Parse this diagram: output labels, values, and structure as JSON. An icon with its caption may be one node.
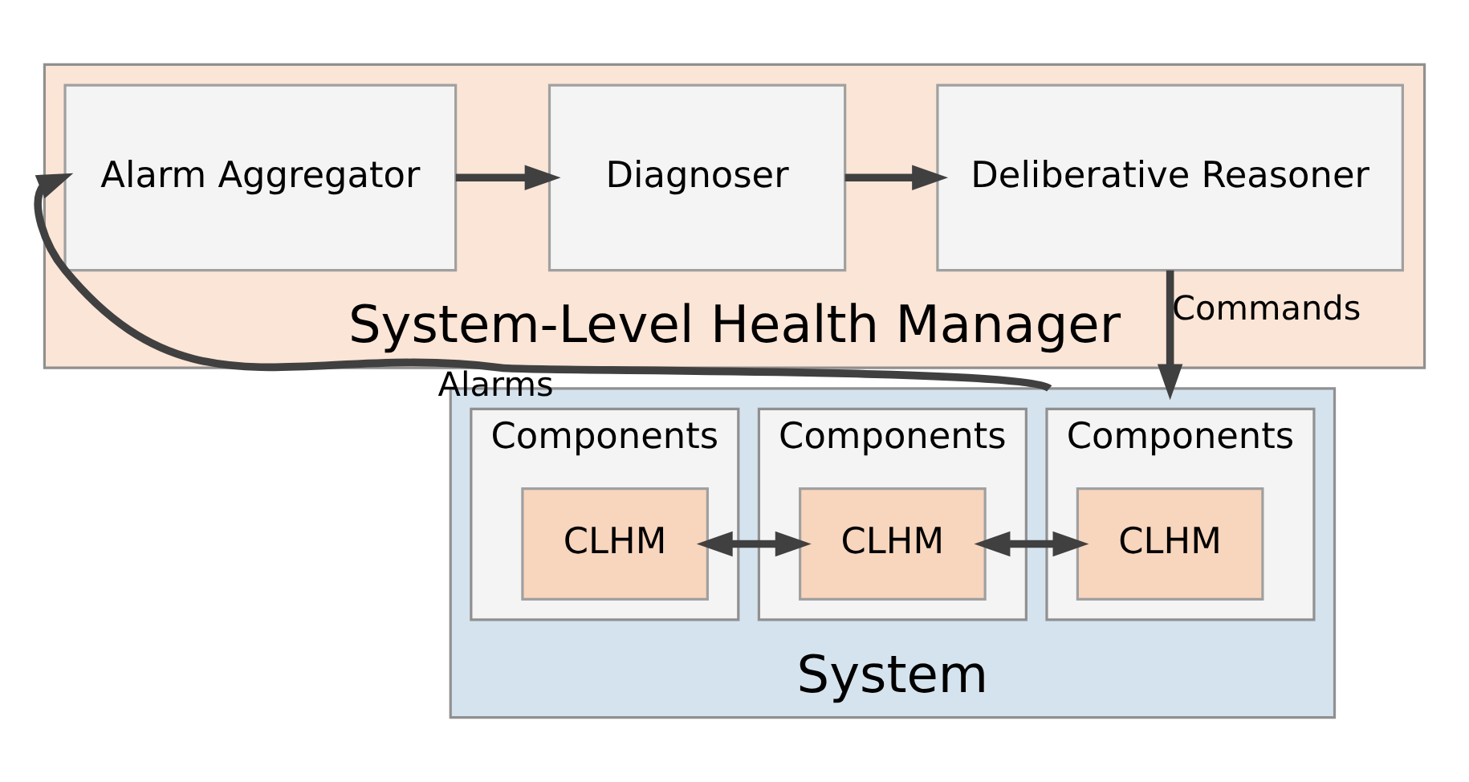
{
  "diagram": {
    "nodes": [
      {
        "text": [
          "System-Level Health Manager"
        ]
      },
      {
        "text": [
          "Alarm Aggregator"
        ],
        "in": 0
      },
      {
        "text": [
          "Diagnoser"
        ],
        "in": 0
      },
      {
        "text": [
          "Deliberative Reasoner"
        ],
        "in": 0
      },
      {
        "text": [
          "System"
        ]
      },
      {
        "text": [
          "Components"
        ],
        "in": 4
      },
      {
        "text": [
          "CLHM"
        ],
        "in": 5
      },
      {
        "text": [
          "Components"
        ],
        "in": 4
      },
      {
        "text": [
          "CLHM"
        ],
        "in": 7
      },
      {
        "text": [
          "Components"
        ],
        "in": 4
      },
      {
        "text": [
          "CLHM"
        ],
        "in": 9
      }
    ],
    "edges": [
      {
        "from": 1,
        "to": 2,
        "arrow": "to"
      },
      {
        "from": 2,
        "to": 3,
        "arrow": "to"
      },
      {
        "from": 6,
        "to": 8,
        "arrow": "both"
      },
      {
        "from": 8,
        "to": 10,
        "arrow": "both"
      },
      {
        "from": 3,
        "to": 4,
        "arrow": "to",
        "label": "Commands"
      },
      {
        "from": 4,
        "to": 1,
        "arrow": "to",
        "label": "Alarms"
      }
    ]
  }
}
